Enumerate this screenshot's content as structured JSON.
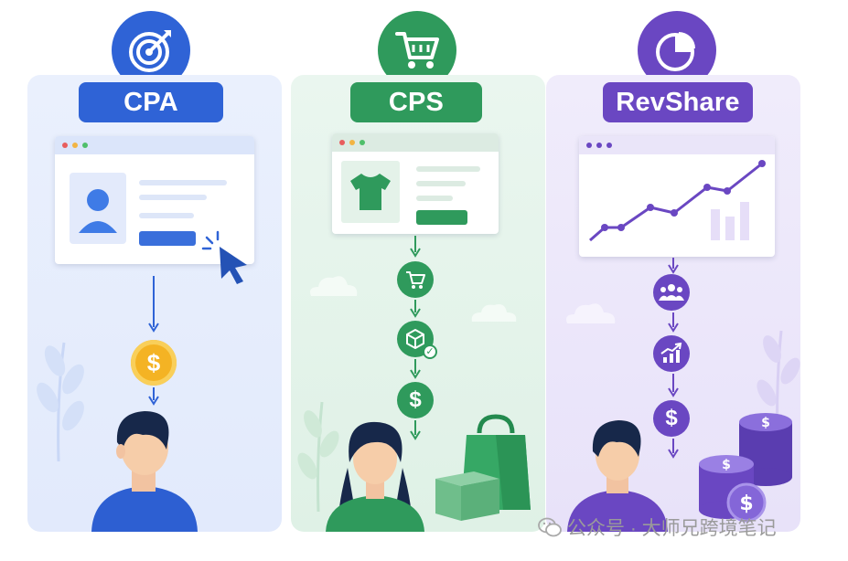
{
  "models": [
    {
      "key": "cpa",
      "label": "CPA",
      "color": "#2f63d6"
    },
    {
      "key": "cps",
      "label": "CPS",
      "color": "#2f9a5c"
    },
    {
      "key": "revshare",
      "label": "RevShare",
      "color": "#6a47c2"
    }
  ],
  "icons": {
    "cpa": [
      "target-icon",
      "cursor-icon",
      "dollar-coin-icon",
      "person-icon"
    ],
    "cps": [
      "cart-icon",
      "tshirt-icon",
      "cart-icon",
      "package-check-icon",
      "dollar-icon",
      "person-icon",
      "shopping-bag-icon",
      "box-icon"
    ],
    "revshare": [
      "pie-chart-icon",
      "line-chart-icon",
      "users-icon",
      "growth-chart-icon",
      "dollar-icon",
      "person-icon",
      "coin-stack-icon"
    ]
  },
  "watermark": {
    "text": "公众号 · 大师兄跨境笔记",
    "icon": "wechat-icon"
  }
}
